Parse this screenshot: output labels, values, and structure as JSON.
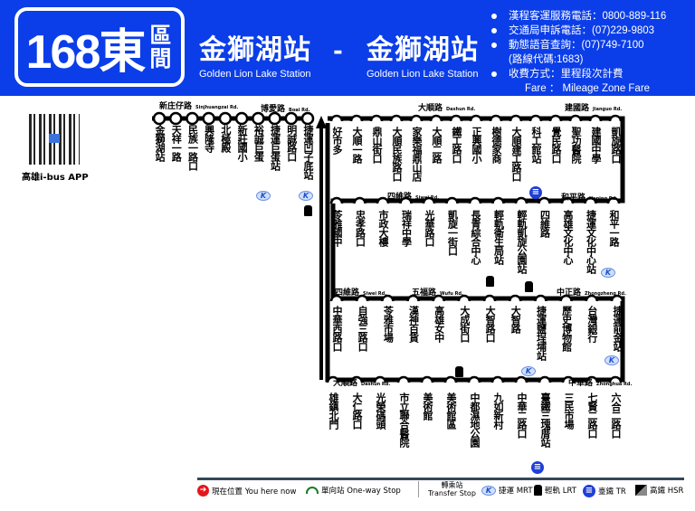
{
  "header": {
    "route_number": "168東",
    "route_suffix": "區間",
    "origin_zh": "金獅湖站",
    "origin_en": "Golden Lion Lake Station",
    "separator": "-",
    "dest_zh": "金獅湖站",
    "dest_en": "Golden Lion Lake Station",
    "info": [
      "漢程客運服務電話：0800-889-116",
      "交通局申訴電話：(07)229-9803",
      "動態語音查詢：(07)749-7100",
      "(路線代碼:1683)",
      "收費方式：里程段次計費",
      "Fare ： Mileage Zone Fare"
    ]
  },
  "app_label": "高雄i-bus APP",
  "roads": [
    {
      "zh": "新庄仔路",
      "en": "Sinjhuangzai Rd."
    },
    {
      "zh": "博愛路",
      "en": "Boai Rd."
    },
    {
      "zh": "大順路",
      "en": "Dashun Rd."
    },
    {
      "zh": "建國路",
      "en": "Jianguo Rd."
    },
    {
      "zh": "四維路",
      "en": "Siwei Rd."
    },
    {
      "zh": "和平路",
      "en": "Heping Rd."
    },
    {
      "zh": "四維路",
      "en": "Siwei Rd."
    },
    {
      "zh": "五福路",
      "en": "Wufu Rd."
    },
    {
      "zh": "中正路",
      "en": "Zhongzheng Rd."
    },
    {
      "zh": "大順路",
      "en": "Dashun Rd."
    },
    {
      "zh": "中華路",
      "en": "Zhonghua Rd."
    }
  ],
  "rows": [
    {
      "stops": [
        "金獅湖站",
        "天祥一路",
        "民族一路口",
        "興隆寺",
        "北極殿",
        "新莊國小",
        "裕誠巨蛋",
        "捷運巨蛋站",
        "明誠路口",
        "捷運凹子底站"
      ]
    },
    {
      "stops": [
        "好市多",
        "大順一路",
        "鼎山街口",
        "大順民族路口",
        "家樂福鼎山店",
        "大順二路",
        "鐵工路口",
        "正興國小",
        "樹德家商",
        "大順建工路口",
        "科工館站",
        "覺民路口",
        "聖功醫院",
        "建國中學",
        "凱旋路口"
      ]
    },
    {
      "stops": [
        "苓雅國中",
        "忠孝路口",
        "市政大樓",
        "瑞祥中學",
        "光華路口",
        "凱旋一街口",
        "長青綜合中心",
        "輕軌衛生局站",
        "輕軌凱旋公園站",
        "四維路",
        "高雄文化中心",
        "捷運文化中心站",
        "和平一路"
      ]
    },
    {
      "stops": [
        "中華西路口",
        "自強三路口",
        "苓雅市場",
        "漢神百貨",
        "高雄女中",
        "大成街口",
        "大智路口",
        "大智路",
        "捷運鹽埕埔站",
        "歷史博物館",
        "台灣銀行",
        "捷運前金站"
      ]
    },
    {
      "stops": [
        "雄鎮北門",
        "大仁路口",
        "光榮碼頭",
        "市立聯合醫院",
        "美術館",
        "美術館區",
        "中都濕地公園",
        "九如新村",
        "中華二路口",
        "臺鐵三塊厝站",
        "三民市場",
        "七賢二路口",
        "六合二路口"
      ]
    }
  ],
  "legend": {
    "you_here": "現在位置 You here now",
    "one_way": "單向站 One-way Stop",
    "transfer_zh": "轉乘站",
    "transfer_en": "Transfer Stop",
    "mrt": "捷運 MRT",
    "lrt": "輕軌 LRT",
    "tr": "臺鐵 TR",
    "hsr": "高鐵 HSR"
  },
  "icons": {
    "mrt": "K",
    "tr": "≡"
  },
  "colors": {
    "header_bg": "#0b3ee8",
    "route_line": "#000000",
    "you_here": "#e4161b",
    "one_way": "#1c7a2a",
    "tr": "#1f3fd6"
  }
}
